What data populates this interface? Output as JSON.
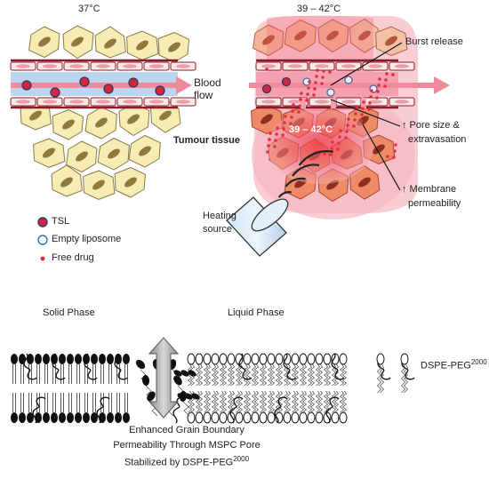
{
  "top": {
    "left_temp": "37°C",
    "right_temp": "39 – 42°C",
    "blood_flow": [
      "Blood",
      "flow"
    ],
    "tumour_tissue": "Tumour tissue",
    "inner_temp": "39 – 42°C",
    "burst_release": "Burst release",
    "pore_size": [
      "↑ Pore size &",
      "extravasation"
    ],
    "membrane": [
      "↑ Membrane",
      "permeability"
    ],
    "heating": [
      "Heating",
      "source"
    ],
    "legend": [
      {
        "label": "TSL",
        "marker": "tsl"
      },
      {
        "label": "Empty liposome",
        "marker": "empty"
      },
      {
        "label": "Free drug",
        "marker": "drug"
      }
    ]
  },
  "bottom": {
    "solid_phase": "Solid Phase",
    "liquid_phase": "Liquid Phase",
    "dspe_label": "DSPE-PEG",
    "dspe_sup": "2000",
    "caption_line1": "Enhanced Grain Boundary",
    "caption_line2": "Permeability  Through MSPC Pore",
    "caption_line3": "Stabilized by DSPE-PEG",
    "caption_sup": "2000"
  },
  "colors": {
    "cell_fill": "#f7ecb4",
    "cell_stroke": "#8a7a4a",
    "nucleus": "#8f7a3c",
    "vessel_wall": "#8b1a2a",
    "vessel_blue": "#bcd4ee",
    "arrow_pink": "#f18a9a",
    "tsl_red": "#d4283a",
    "empty_blue": "#3a6aa8",
    "drug_red": "#e03040",
    "heat_halo": "#f6b4c0",
    "tumour_cell": "#f0a070"
  }
}
